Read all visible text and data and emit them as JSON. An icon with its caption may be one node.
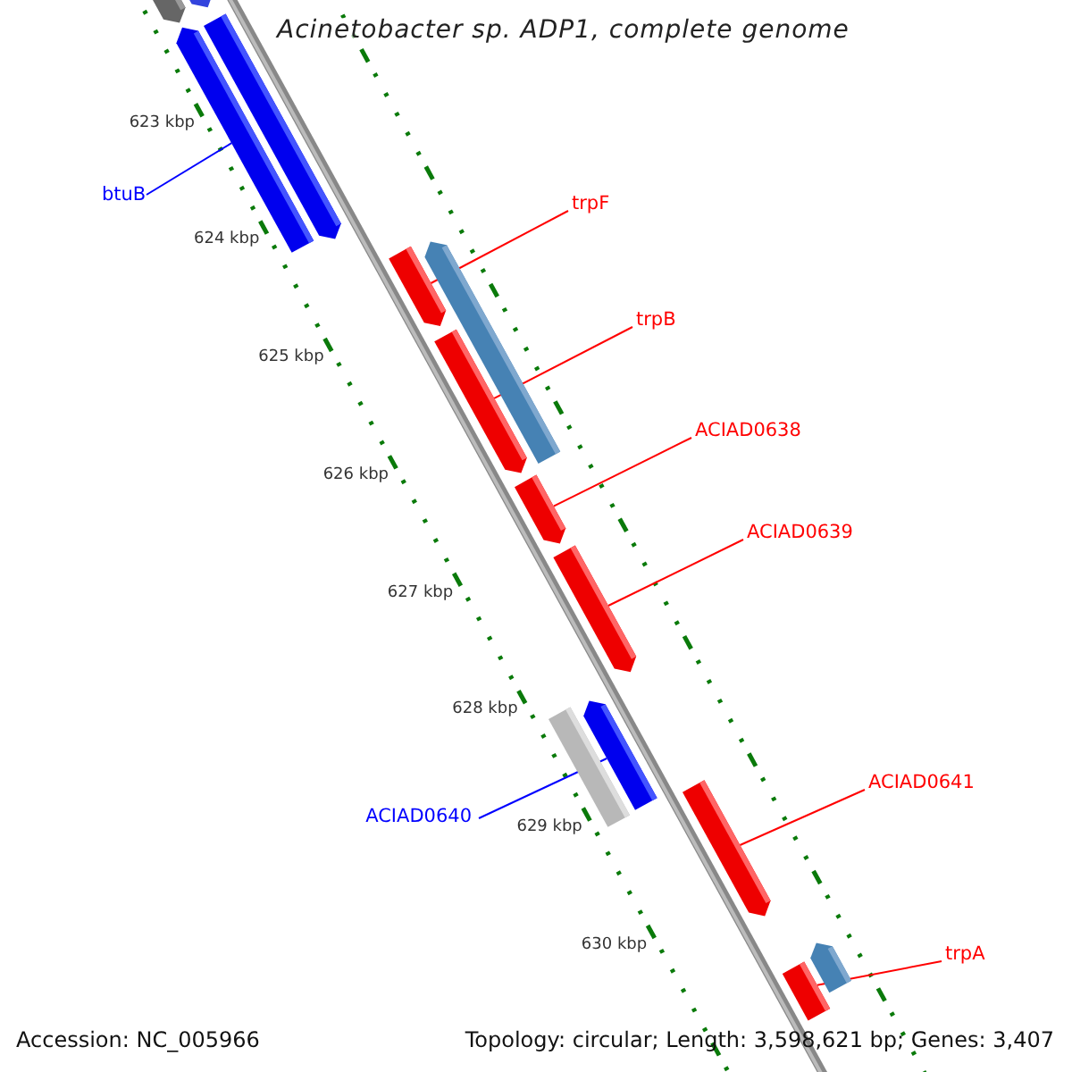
{
  "diagram": {
    "title": "Acinetobacter sp. ADP1, complete genome",
    "nodes": [
      {
        "text": [
          "btuB"
        ]
      },
      {
        "text": [
          "trpF"
        ]
      },
      {
        "text": [
          "trpB"
        ]
      },
      {
        "text": [
          "ACIAD0638"
        ]
      },
      {
        "text": [
          "ACIAD0639"
        ]
      },
      {
        "text": [
          "ACIAD0640"
        ]
      },
      {
        "text": [
          "ACIAD0641"
        ]
      },
      {
        "text": [
          "trpA"
        ]
      },
      {
        "text": [],
        "shape": "bar"
      },
      {
        "text": [],
        "shape": "bar"
      },
      {
        "text": [],
        "shape": "bar"
      },
      {
        "text": [],
        "shape": "bar"
      },
      {
        "text": [],
        "shape": "bar"
      },
      {
        "text": [],
        "shape": "bar"
      },
      {
        "text": [],
        "shape": "bar"
      },
      {
        "text": [],
        "shape": "bar"
      }
    ],
    "edges": [
      {
        "from": 0,
        "to": 8,
        "arrow": "none",
        "color": "#0000ff"
      },
      {
        "from": 1,
        "to": 9,
        "arrow": "none"
      },
      {
        "from": 2,
        "to": 10,
        "arrow": "none"
      },
      {
        "from": 3,
        "to": 11,
        "arrow": "none"
      },
      {
        "from": 4,
        "to": 12,
        "arrow": "none"
      },
      {
        "from": 5,
        "to": 13,
        "arrow": "none",
        "color": "#0000ff"
      },
      {
        "from": 6,
        "to": 14,
        "arrow": "none"
      },
      {
        "from": 7,
        "to": 15,
        "arrow": "none"
      }
    ],
    "labels": [
      "623 kbp",
      "624 kbp",
      "625 kbp",
      "626 kbp",
      "627 kbp",
      "628 kbp",
      "629 kbp",
      "630 kbp",
      "Accession: NC_005966",
      "Topology: circular; Length: 3,598,621 bp; Genes: 3,407"
    ]
  }
}
